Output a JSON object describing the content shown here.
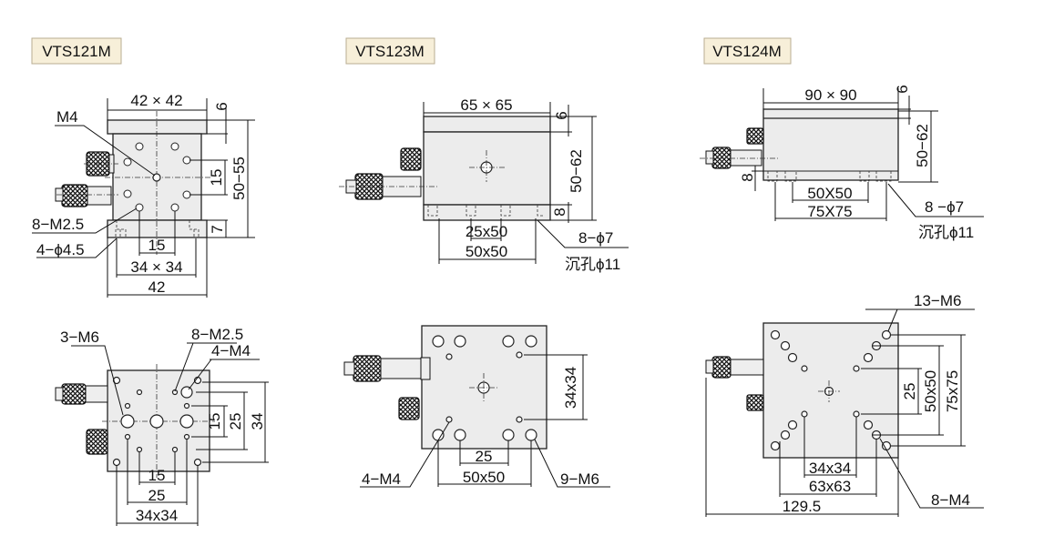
{
  "models": [
    {
      "name": "VTS121M",
      "side": {
        "top_size": "42 × 42",
        "plate_thk": "6",
        "height": "50−55",
        "pitch_v": "15",
        "base_thk": "7",
        "tap": "M4",
        "holes1": "8−M2.5",
        "holes2": "4−ϕ4.5",
        "pitch_h": "15",
        "mount": "34 × 34",
        "base_w": "42"
      },
      "top": {
        "holes_a": "3−M6",
        "holes_b": "8−M2.5",
        "holes_c": "4−M4",
        "v1": "15",
        "v2": "25",
        "v3": "34",
        "h1": "15",
        "h2": "25",
        "h3": "34x34"
      }
    },
    {
      "name": "VTS123M",
      "side": {
        "top_size": "65 × 65",
        "plate_thk": "6",
        "height": "50−62",
        "base_thk": "8",
        "h1": "25x50",
        "h2": "50x50",
        "holes": "8−ϕ7",
        "counterbore": "沉孔ϕ11"
      },
      "top": {
        "v1": "34x34",
        "h1": "25",
        "h2": "50x50",
        "holes_a": "4−M4",
        "holes_b": "9−M6"
      }
    },
    {
      "name": "VTS124M",
      "side": {
        "top_size": "90 × 90",
        "plate_thk": "6",
        "height": "50−62",
        "base_thk": "8",
        "h1": "50X50",
        "h2": "75X75",
        "holes": "8 −ϕ7",
        "counterbore": "沉孔ϕ11"
      },
      "top": {
        "holes_a": "13−M6",
        "v1": "25",
        "v2": "50x50",
        "v3": "75x75",
        "h1": "34x34",
        "h2": "63x63",
        "h3": "129.5",
        "holes_b": "8−M4"
      }
    }
  ]
}
